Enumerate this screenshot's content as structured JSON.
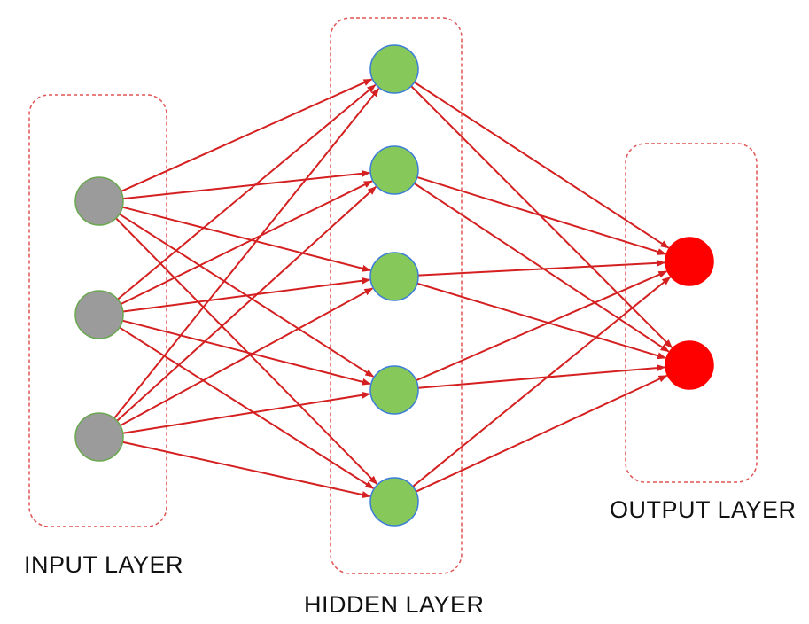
{
  "diagram": {
    "layers": [
      {
        "id": "input",
        "label": "INPUT LAYER",
        "node_count": 3,
        "node_fill": "#9b9b9b",
        "node_stroke": "#6aa84f"
      },
      {
        "id": "hidden",
        "label": "HIDDEN LAYER",
        "node_count": 5,
        "node_fill": "#86c95a",
        "node_stroke": "#3b7dd8"
      },
      {
        "id": "output",
        "label": "OUTPUT LAYER",
        "node_count": 2,
        "node_fill": "#ff0000",
        "node_stroke": "#ff0000"
      }
    ],
    "connections": "fully-connected",
    "edge_color": "#d42020",
    "box_border_color": "#e05555"
  }
}
